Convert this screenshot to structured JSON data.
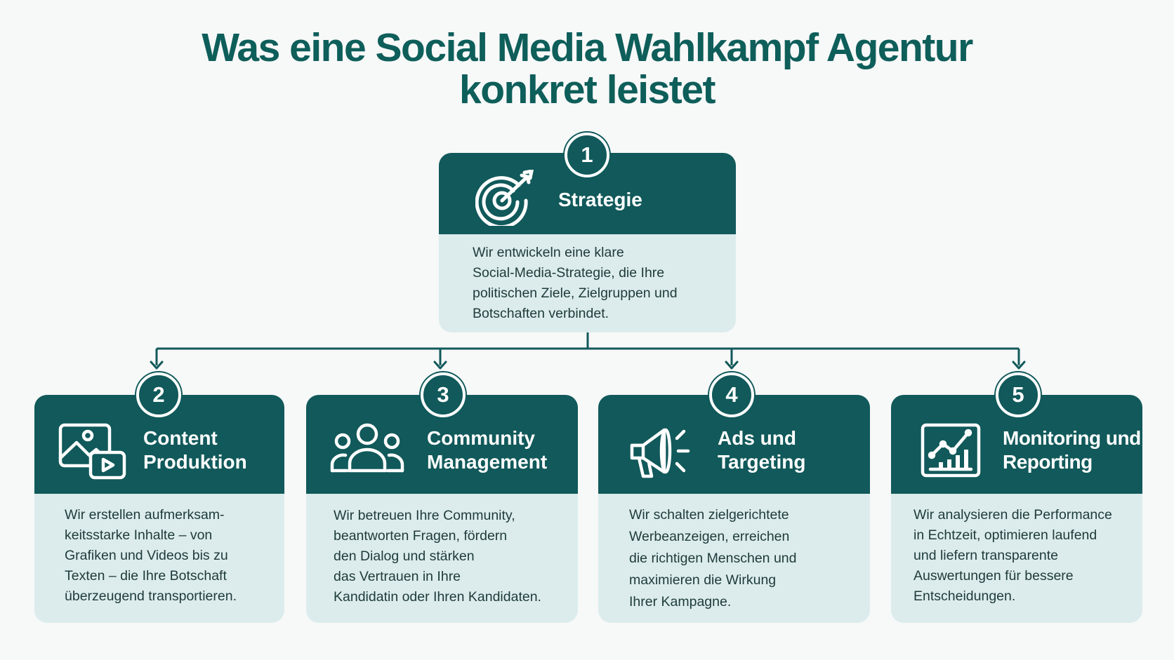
{
  "title": {
    "line1": "Was eine Social Media Wahlkampf Agentur",
    "line2": "konkret leistet"
  },
  "colors": {
    "primary": "#11595a",
    "title": "#0e5e5a",
    "card_body": "#dcecec",
    "background": "#f7f8f8"
  },
  "cards": [
    {
      "number": "1",
      "icon": "target-icon",
      "title": "Strategie",
      "text": "Wir entwickeln eine klare\nSocial-Media-Strategie, die Ihre\npolitischen Ziele, Zielgruppen und\nBotschaften verbindet."
    },
    {
      "number": "2",
      "icon": "media-content-icon",
      "title": "Content\nProduktion",
      "text": "Wir erstellen aufmerksam-\nkeitsstarke Inhalte – von\nGrafiken und Videos bis zu\nTexten – die Ihre Botschaft\nüberzeugend transportieren."
    },
    {
      "number": "3",
      "icon": "community-icon",
      "title": "Community\nManagement",
      "text": "Wir betreuen Ihre Community,\nbeantworten Fragen, fördern\nden Dialog und stärken\ndas Vertrauen in Ihre\nKandidatin oder Ihren Kandidaten."
    },
    {
      "number": "4",
      "icon": "megaphone-icon",
      "title": "Ads und\nTargeting",
      "text": "Wir schalten zielgerichtete\nWerbeanzeigen, erreichen\ndie richtigen Menschen und\nmaximieren die Wirkung\nIhrer Kampagne."
    },
    {
      "number": "5",
      "icon": "analytics-chart-icon",
      "title": "Monitoring und\nReporting",
      "text": "Wir analysieren die Performance\nin Echtzeit, optimieren laufend\nund liefern transparente\nAuswertungen für bessere\nEntscheidungen."
    }
  ]
}
